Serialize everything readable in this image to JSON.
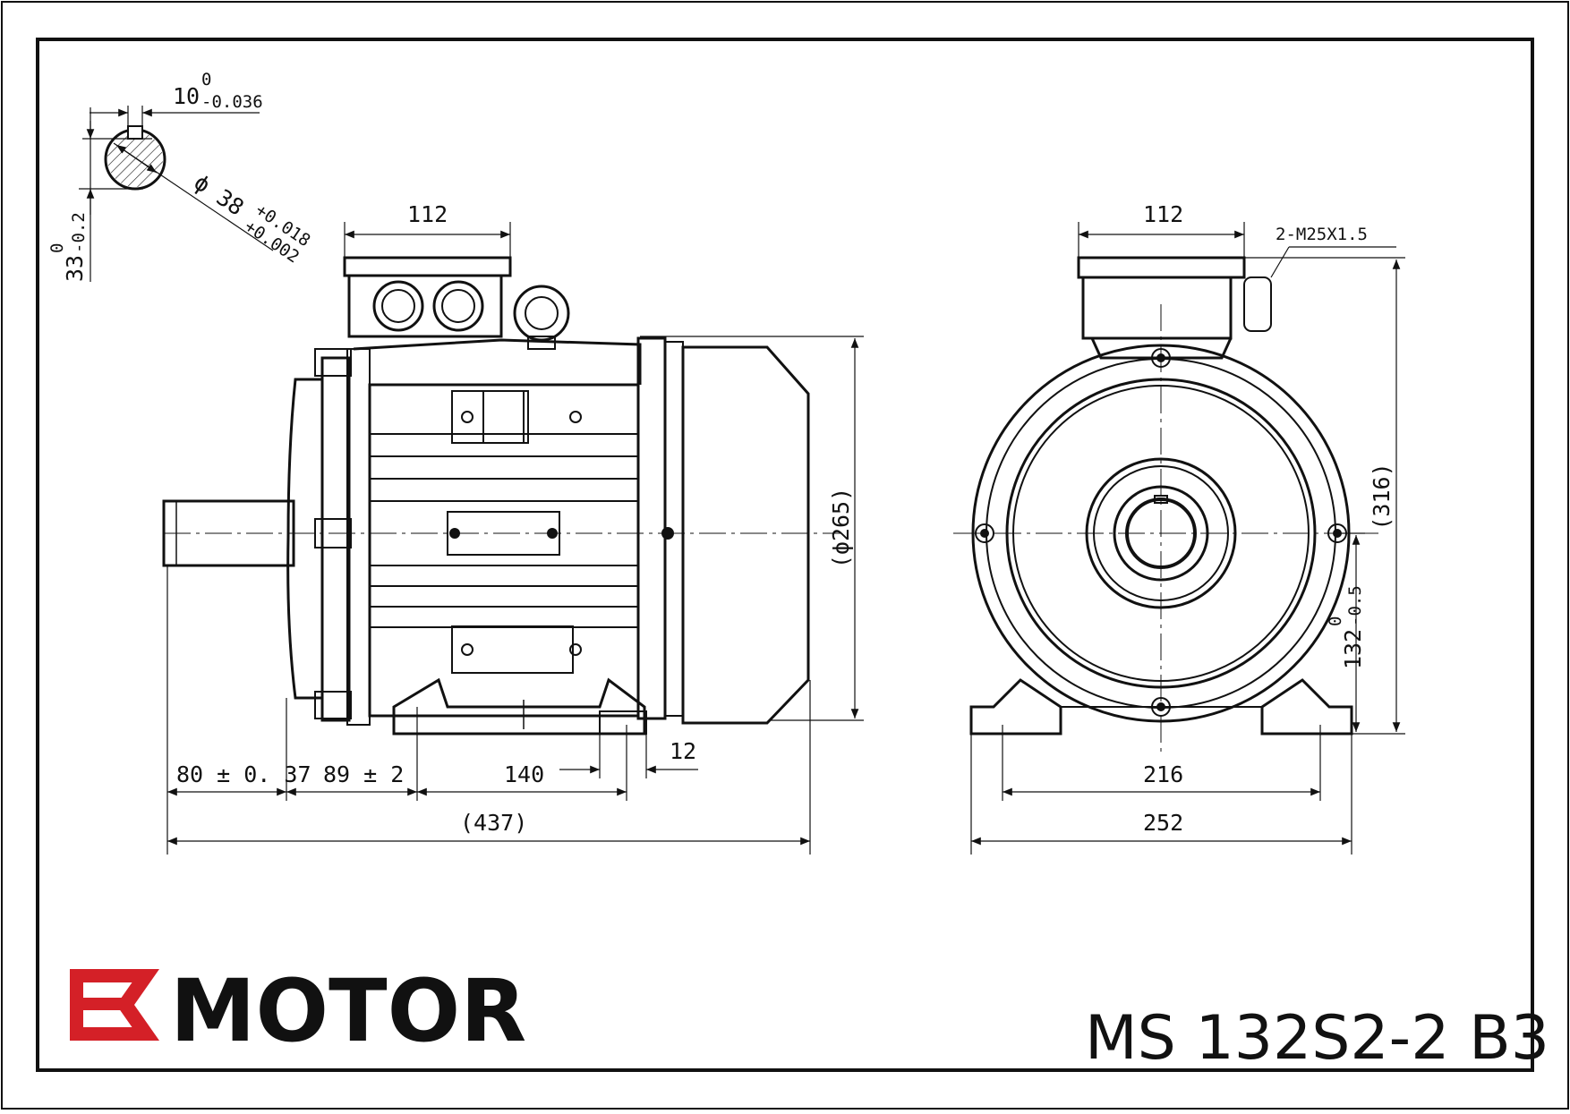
{
  "colors": {
    "line": "#111111",
    "brand_red": "#d42027",
    "paper": "#ffffff"
  },
  "logo": {
    "icon": "ek-logo-icon",
    "text": "MOTOR"
  },
  "model_label": "MS 132S2-2 B3",
  "keyway": {
    "key_width_nominal": "10",
    "key_width_upper": "0",
    "key_width_lower": "-0.036",
    "key_depth_nominal": "33",
    "key_depth_upper": "0",
    "key_depth_lower": "-0.2",
    "shaft_dia": "ϕ 38",
    "shaft_upper": "+0.018",
    "shaft_lower": "+0.002"
  },
  "side_view": {
    "terminal_box_width": "112",
    "flange_dia": "(ϕ265)",
    "shaft_len": "80 ± 0. 37",
    "shaft_to_foot": "89 ± 2",
    "foot_spacing": "140",
    "foot_width": "12",
    "overall_len": "(437)"
  },
  "front_view": {
    "terminal_box_width": "112",
    "cable_gland": "2-M25X1.5",
    "overall_height": "(316)",
    "centre_height": "132",
    "centre_height_upper": "0",
    "centre_height_lower": "-0.5",
    "foot_hole_spacing": "216",
    "foot_width": "252"
  }
}
